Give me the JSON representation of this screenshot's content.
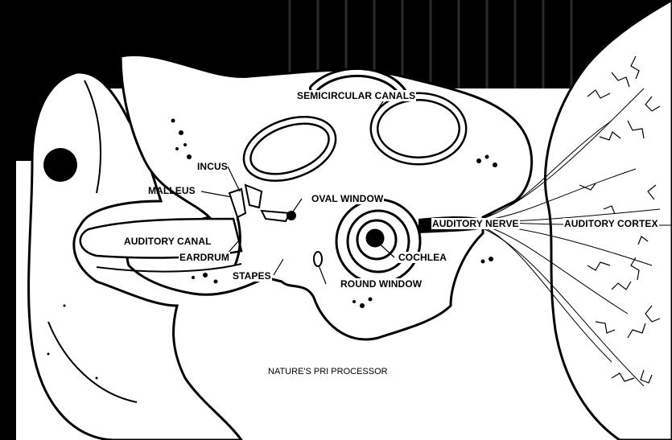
{
  "diagram": {
    "labels": {
      "semicircular_canals": "SEMICIRCULAR CANALS",
      "incus": "INCUS",
      "malleus": "MALLEUS",
      "oval_window": "OVAL WINDOW",
      "auditory_nerve": "AUDITORY NERVE",
      "auditory_cortex": "AUDITORY CORTEX",
      "auditory_canal": "AUDITORY CANAL",
      "eardrum": "EARDRUM",
      "cochlea": "COCHLEA",
      "stapes": "STAPES",
      "round_window": "ROUND WINDOW"
    },
    "caption": "NATURE'S PRI PROCESSOR",
    "colors": {
      "ink": "#000000",
      "paper": "#ffffff"
    }
  }
}
